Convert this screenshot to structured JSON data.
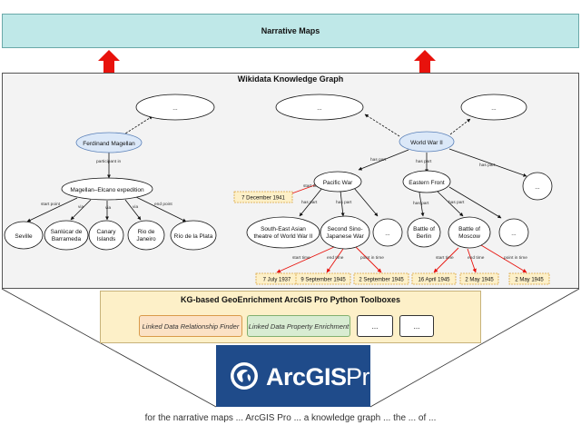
{
  "header": {
    "title": "Narrative Maps"
  },
  "kg": {
    "title": "Wikidata Knowledge Graph",
    "ellipsis": "...",
    "nodes": {
      "magellan": "Ferdinand Magellan",
      "expedition": "Magellan–Elcano expedition",
      "seville": "Seville",
      "sanlucar": [
        "Sanlúcar de",
        "Barrameda"
      ],
      "canary": [
        "Canary",
        "Islands"
      ],
      "rio_janeiro": [
        "Rio de",
        "Janeiro"
      ],
      "rio_plata": "Río de la Plata",
      "ww2": "World War II",
      "pacific": "Pacific War",
      "eastern": "Eastern Front",
      "se_asian": [
        "South-East Asian",
        "theatre of World War II"
      ],
      "sino": [
        "Second Sino-",
        "Japanese War"
      ],
      "berlin": [
        "Battle of",
        "Berlin"
      ],
      "moscow": [
        "Battle of",
        "Moscow"
      ]
    },
    "edges": {
      "participant_in": "participant in",
      "start_point": "start point",
      "via": "via",
      "end_point": "end point",
      "has_part": "has part",
      "start_time": "start time",
      "end_time": "end time",
      "point_in_time": "point in time"
    },
    "dates": {
      "dec_1941": "7 December 1941",
      "jul_1937": "7 July 1937",
      "sep_1945_a": "9 September 1945",
      "sep_1945_b": "2 September 1945",
      "apr_1945": "16 April 1945",
      "may_1945_a": "2 May 1945",
      "may_1945_b": "2 May 1945"
    }
  },
  "toolboxes": {
    "title": "KG-based GeoEnrichment ArcGIS Pro Python Toolboxes",
    "finder": "Linked Data Relationship Finder",
    "enrichment": "Linked Data Property Enrichment",
    "more": "..."
  },
  "arcgis": {
    "brand": "ArcGIS",
    "edition": "Pro"
  },
  "caption": "for the narrative maps ... ArcGIS Pro ... a knowledge graph ... the ... of ...",
  "colors": {
    "banner": "#bfe8e8",
    "panel": "#f3f3f3",
    "toolbox": "#fdf0c8",
    "date_fill": "#fdf0c8",
    "red_arrow": "#e8120c",
    "blue_node": "#dbe8f8",
    "arcgis_blue": "#1f4b8a"
  }
}
